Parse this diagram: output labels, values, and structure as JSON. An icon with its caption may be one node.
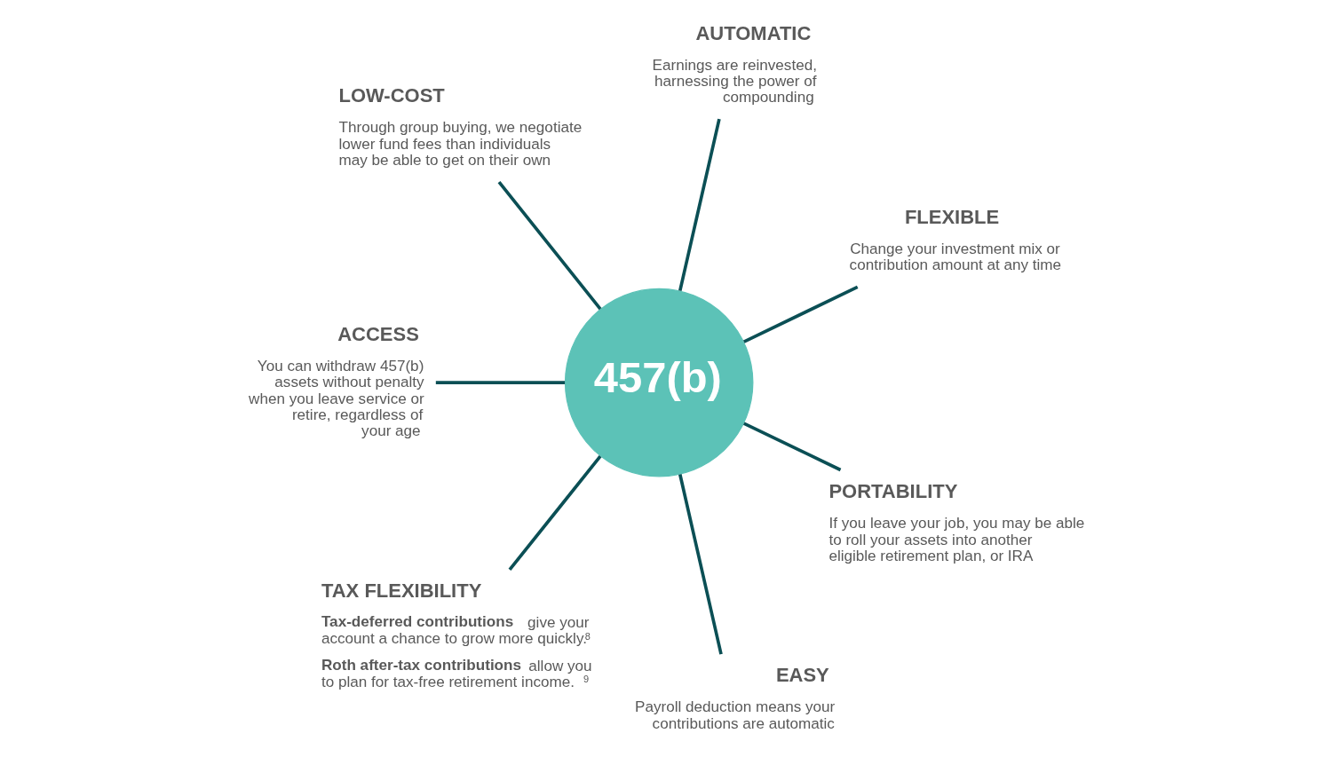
{
  "diagram": {
    "nodes": [
      {
        "text": [
          "FLEXIBLE",
          "Change your investment mix or contribution amount at any time"
        ]
      },
      {
        "text": [
          "AUTOMATIC",
          "Earnings are reinvested, harnessing the power of compounding"
        ]
      },
      {
        "text": [
          "LOW-COST",
          "Through group buying, we negotiate lower fund fees than individuals may be able to get on their own"
        ]
      },
      {
        "text": [
          "457(b)"
        ]
      },
      {
        "text": [
          "ACCESS",
          "You can withdraw 457(b) assets without penalty when you leave service or retire, regardless of your age"
        ]
      },
      {
        "text": [
          "TAX FLEXIBILITY",
          "**Tax-deferred contributions** give your account a chance to grow more quickly.$^{8}$",
          "**Roth after-tax contributions** allow you to plan for tax-free retirement income.$^{9}$"
        ]
      },
      {
        "text": [
          "EASY",
          "Payroll deduction means your contributions are automatic"
        ]
      },
      {
        "text": [
          "PORTABILITY",
          "If you leave your job, you may be able to roll your assets into another eligible retirement plan, or IRA"
        ]
      }
    ],
    "edges": [
      {
        "from": 3,
        "to": 0,
        "arrow": "none"
      },
      {
        "from": 3,
        "to": 1,
        "arrow": "none"
      },
      {
        "from": 3,
        "to": 2,
        "arrow": "none"
      },
      {
        "from": 3,
        "to": 4,
        "arrow": "none"
      },
      {
        "from": 3,
        "to": 5,
        "arrow": "none"
      },
      {
        "from": 3,
        "to": 6,
        "arrow": "none"
      },
      {
        "from": 3,
        "to": 7,
        "arrow": "none"
      }
    ]
  }
}
